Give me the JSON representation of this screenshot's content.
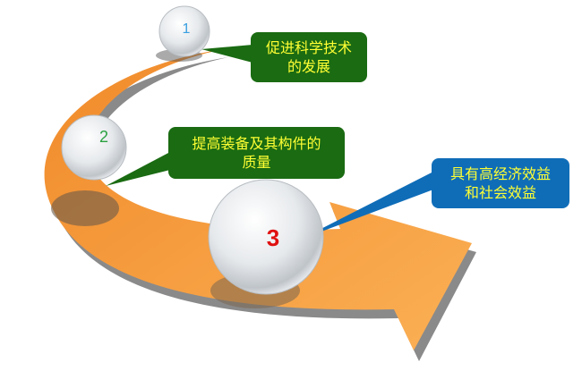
{
  "steps": [
    {
      "number": "1",
      "text": "促进科学技术\n的发展",
      "number_color": "#3aa0e0",
      "box_color": "#1a6b12"
    },
    {
      "number": "2",
      "text": "提高装备及其构件的\n质量",
      "number_color": "#2aa040",
      "box_color": "#1a6b12"
    },
    {
      "number": "3",
      "text": "具有高经济效益\n和社会效益",
      "number_color": "#e01010",
      "box_color": "#0f6db8"
    }
  ],
  "colors": {
    "arrow": "#f7a040",
    "arrow_shadow": "#8a8a8a",
    "text": "#ffff33"
  }
}
